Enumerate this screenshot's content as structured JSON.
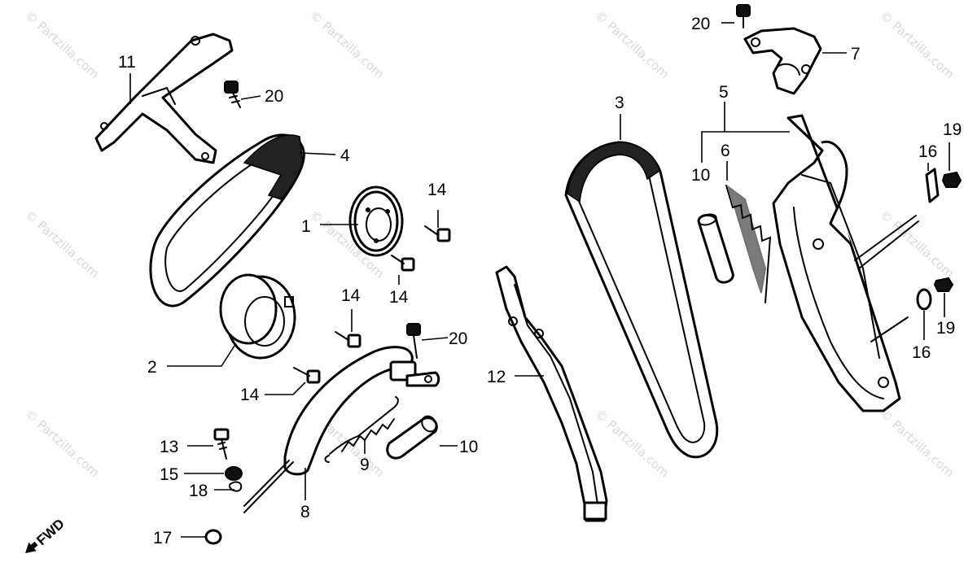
{
  "diagram": {
    "watermark_text": "© Partzilla.com",
    "direction_label": "FWD",
    "callouts": {
      "c1": "1",
      "c2": "2",
      "c3": "3",
      "c4": "4",
      "c5": "5",
      "c6": "6",
      "c7": "7",
      "c8": "8",
      "c9": "9",
      "c10a": "10",
      "c10b": "10",
      "c11": "11",
      "c12": "12",
      "c13": "13",
      "c14a": "14",
      "c14b": "14",
      "c14c": "14",
      "c14d": "14",
      "c15": "15",
      "c16a": "16",
      "c16b": "16",
      "c17": "17",
      "c18": "18",
      "c19a": "19",
      "c19b": "19",
      "c20a": "20",
      "c20b": "20",
      "c20c": "20"
    }
  }
}
